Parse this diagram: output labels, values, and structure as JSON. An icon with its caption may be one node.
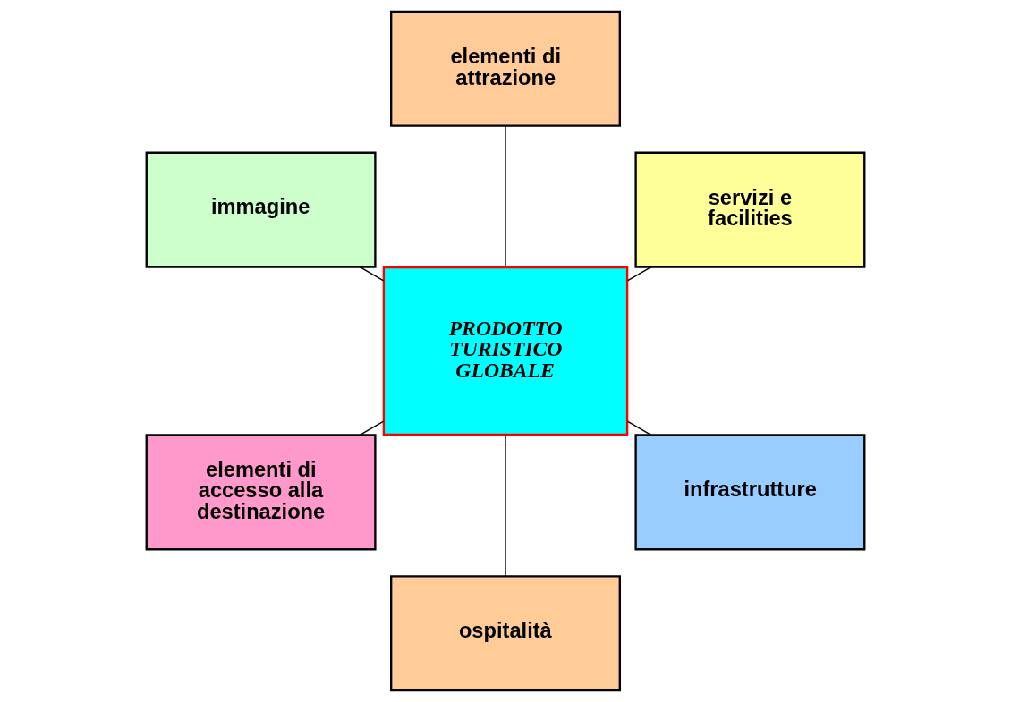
{
  "diagram": {
    "nodes": [
      {
        "text": [
          "servizi e facilities"
        ]
      },
      {
        "text": [
          "elementi di attrazione"
        ]
      },
      {
        "text": [
          "immagine"
        ]
      },
      {
        "text": [
          "PRODOTTO TURISTICO GLOBALE"
        ]
      },
      {
        "text": [
          "elementi di accesso alla destinazione"
        ]
      },
      {
        "text": [
          "ospitalità"
        ]
      },
      {
        "text": [
          "infrastrutture"
        ]
      }
    ],
    "edges": [
      {
        "from": 3,
        "to": 0,
        "arrow": "none"
      },
      {
        "from": 3,
        "to": 1,
        "arrow": "none"
      },
      {
        "from": 3,
        "to": 2,
        "arrow": "none"
      },
      {
        "from": 3,
        "to": 4,
        "arrow": "none"
      },
      {
        "from": 3,
        "to": 5,
        "arrow": "none"
      },
      {
        "from": 3,
        "to": 6,
        "arrow": "none"
      }
    ]
  }
}
